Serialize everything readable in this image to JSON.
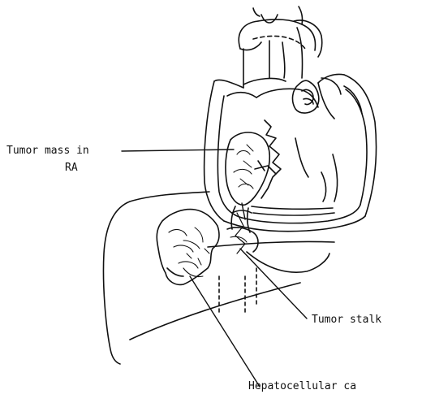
{
  "labels": {
    "tumor_mass_line1": "Tumor mass in",
    "tumor_mass_line2": "RA",
    "tumor_stalk": "Tumor stalk",
    "hepatocellular_ca": "Hepatocellular ca"
  },
  "colors": {
    "ink": "#111111",
    "background": "#ffffff"
  }
}
